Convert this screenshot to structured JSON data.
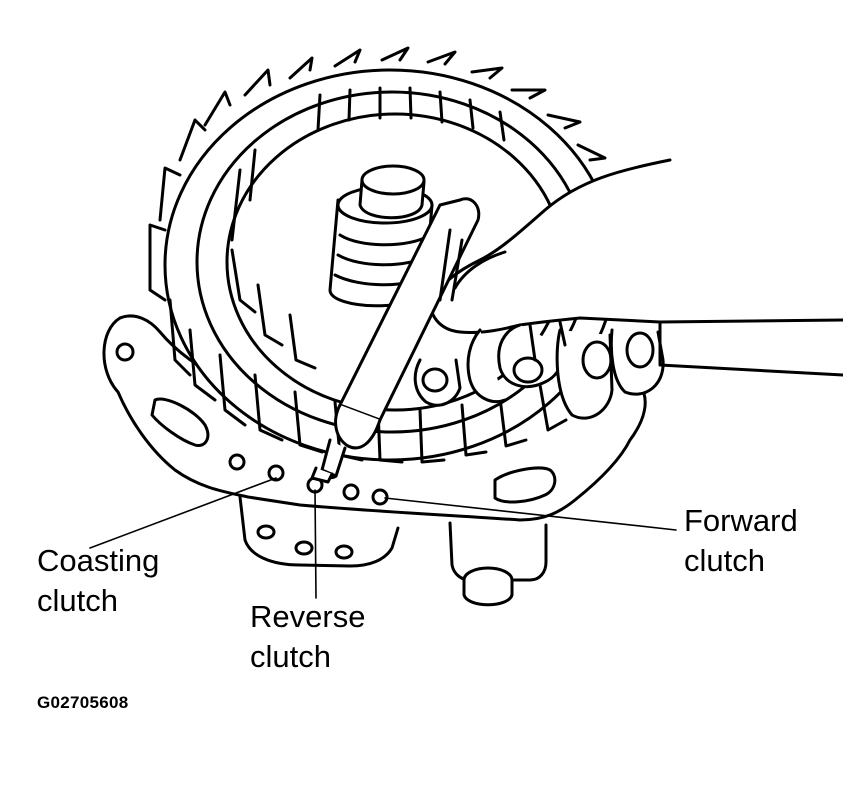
{
  "labels": {
    "coasting": {
      "line1": "Coasting",
      "line2": "clutch"
    },
    "reverse": {
      "line1": "Reverse",
      "line2": "clutch"
    },
    "forward": {
      "line1": "Forward",
      "line2": "clutch"
    }
  },
  "figure_id": "G02705608",
  "icons": [
    "clutch-drum-illustration",
    "hand-icon",
    "air-nozzle-icon"
  ],
  "colors": {
    "ink": "#000000",
    "paper": "#ffffff"
  }
}
